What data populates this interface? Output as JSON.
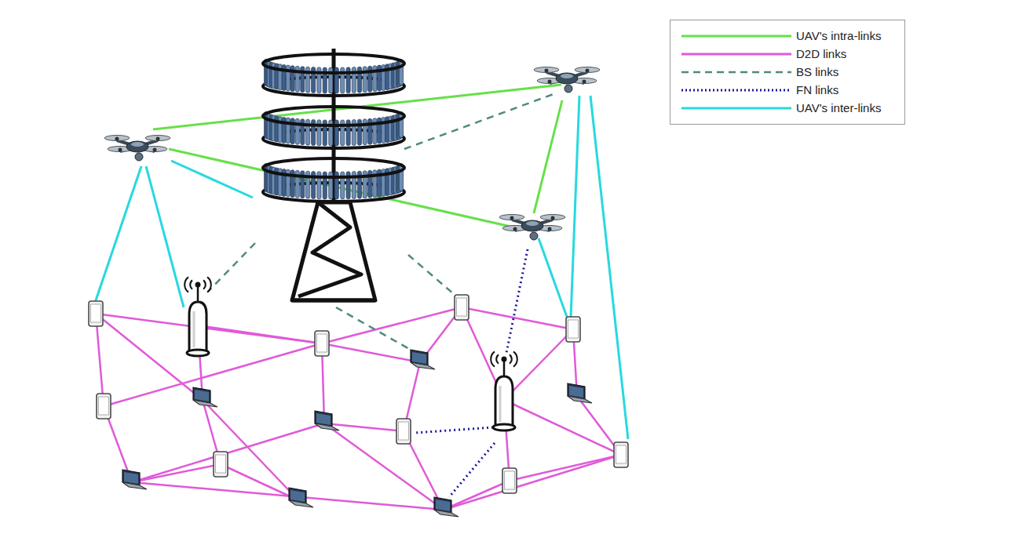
{
  "diagram": {
    "legend": [
      {
        "text": "UAV's intra-links"
      },
      {
        "text": "D2D links"
      },
      {
        "text": "BS links"
      },
      {
        "text": "FN links"
      },
      {
        "text": "UAV's inter-links"
      }
    ]
  }
}
